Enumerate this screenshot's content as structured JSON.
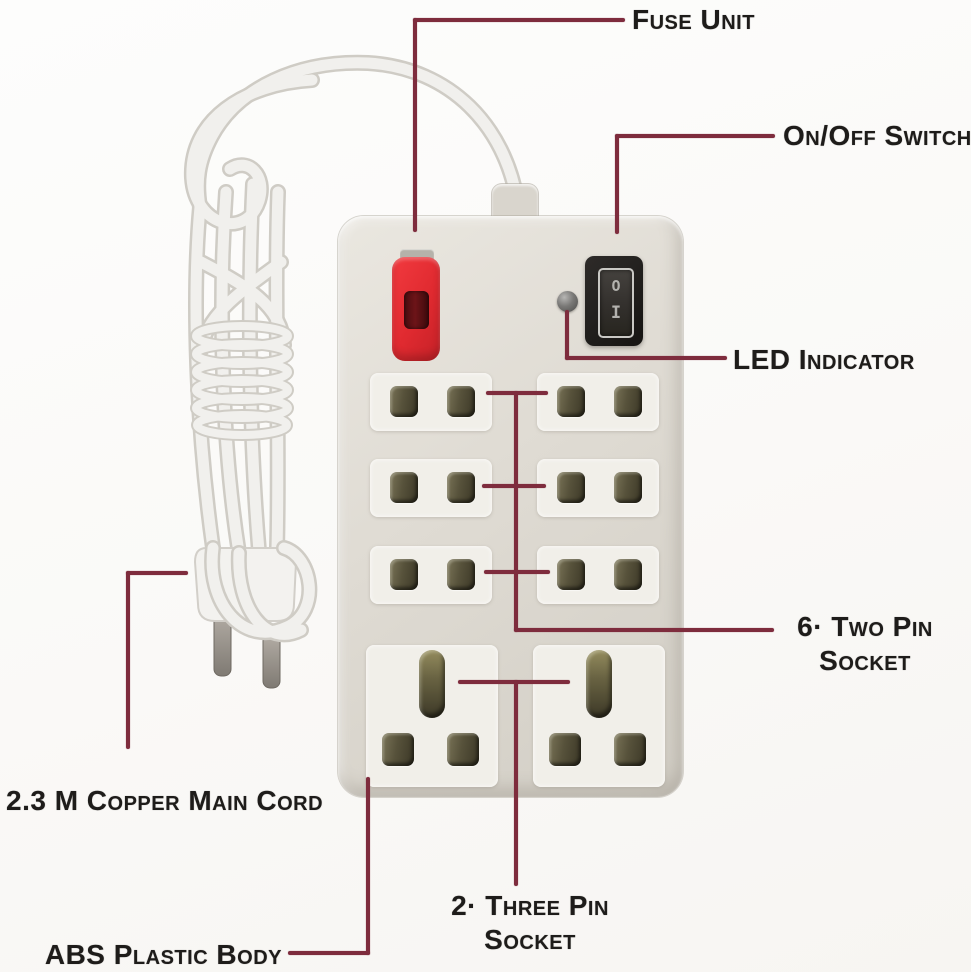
{
  "diagram": {
    "labels": {
      "fuse_unit": "Fuse Unit",
      "on_off_switch": "On/Off Switch",
      "led_indicator": "LED Indicator",
      "two_pin_line1": "6· Two Pin",
      "two_pin_line2": "Socket",
      "main_cord": "2.3 M Copper Main Cord",
      "three_pin": "2· Three Pin Socket",
      "abs_body": "ABS Plastic Body"
    },
    "switch_markings": {
      "off": "O",
      "on": "I"
    },
    "colors": {
      "callout_line": "#7e2c3d",
      "label_text": "#1e1c1a",
      "fuse_red": "#e02a30",
      "body_beige": "#ddd9d1",
      "socket_pin_olive": "#57523b",
      "switch_black": "#1f1d1b",
      "cord_white": "#f1f0ed",
      "background": "#fbfaf8"
    }
  }
}
